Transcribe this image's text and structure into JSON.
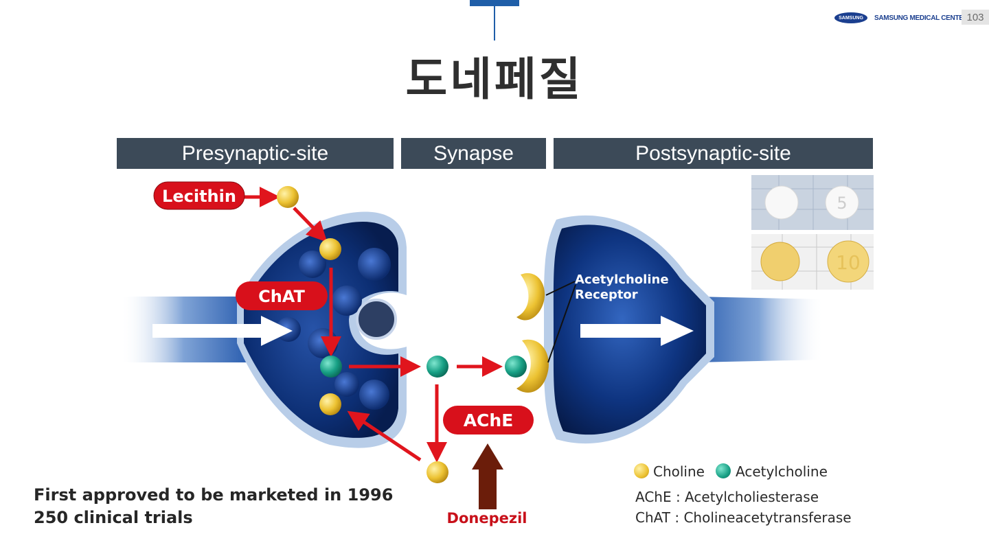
{
  "slide": {
    "title": "도네페질",
    "page_number": "103",
    "brand_logo_text": "SAMSUNG",
    "brand_name": "SAMSUNG MEDICAL CENTER"
  },
  "headers": {
    "presynaptic": "Presynaptic-site",
    "synapse": "Synapse",
    "postsynaptic": "Postsynaptic-site"
  },
  "diagram": {
    "lecithin_label": "Lecithin",
    "chat_label": "ChAT",
    "ache_label": "AChE",
    "receptor_label_1": "Acetylcholine",
    "receptor_label_2": "Receptor",
    "drug_label": "Donepezil",
    "pill_marks": [
      "5",
      "10"
    ]
  },
  "legend": {
    "choline": "Choline",
    "acetylcholine": "Acetylcholine",
    "ache_def": "AChE : Acetylcholiesterase",
    "chat_def": "ChAT : Cholineacetytransferase",
    "colors": {
      "choline": "#e9bd2c",
      "acetylcholine": "#1aa38a"
    }
  },
  "facts": {
    "line1": "First approved to be marketed in 1996",
    "line2": "250 clinical trials"
  },
  "colors": {
    "header_bg": "#3c4a58",
    "label_red": "#d8101b",
    "arrow_red": "#e0151d",
    "donepezil_arrow": "#6b1d0a",
    "neuron_dark": "#0a2a66"
  }
}
